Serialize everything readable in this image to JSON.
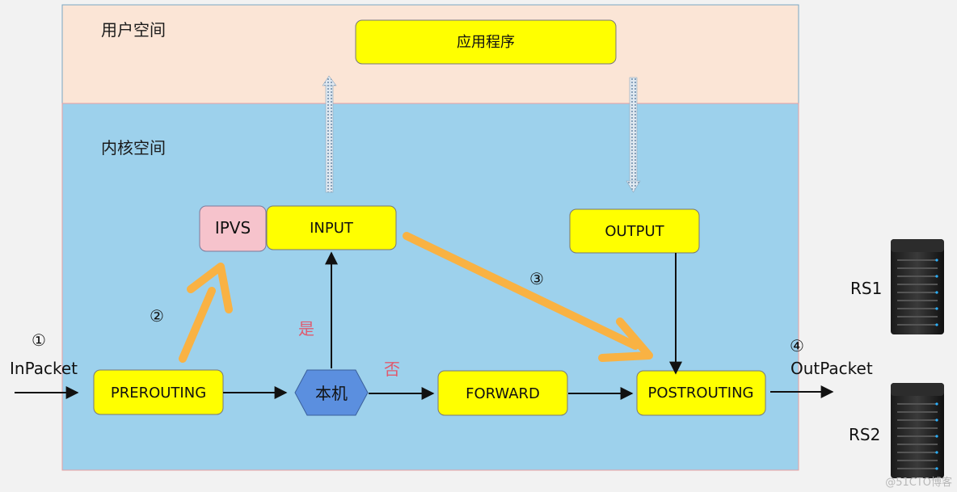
{
  "regions": {
    "user_space": "用户空间",
    "kernel_space": "内核空间"
  },
  "nodes": {
    "application": "应用程序",
    "ipvs": "IPVS",
    "input": "INPUT",
    "output": "OUTPUT",
    "prerouting": "PREROUTING",
    "local_host": "本机",
    "forward": "FORWARD",
    "postrouting": "POSTROUTING"
  },
  "edge_labels": {
    "yes": "是",
    "no": "否"
  },
  "steps": {
    "s1": "①",
    "s2": "②",
    "s3": "③",
    "s4": "④"
  },
  "packets": {
    "in": "InPacket",
    "out": "OutPacket"
  },
  "servers": {
    "rs1": "RS1",
    "rs2": "RS2"
  },
  "watermark": "@51CTO博客",
  "colors": {
    "user_space_bg": "#fbe5d6",
    "kernel_space_bg": "#9dd1ec",
    "box_yellow": "#ffff00",
    "ipvs_pink": "#f6c3cc",
    "hexagon_blue": "#5b8fdf",
    "highlight_arrow": "#f9b243",
    "label_pink": "#e05a6e"
  }
}
